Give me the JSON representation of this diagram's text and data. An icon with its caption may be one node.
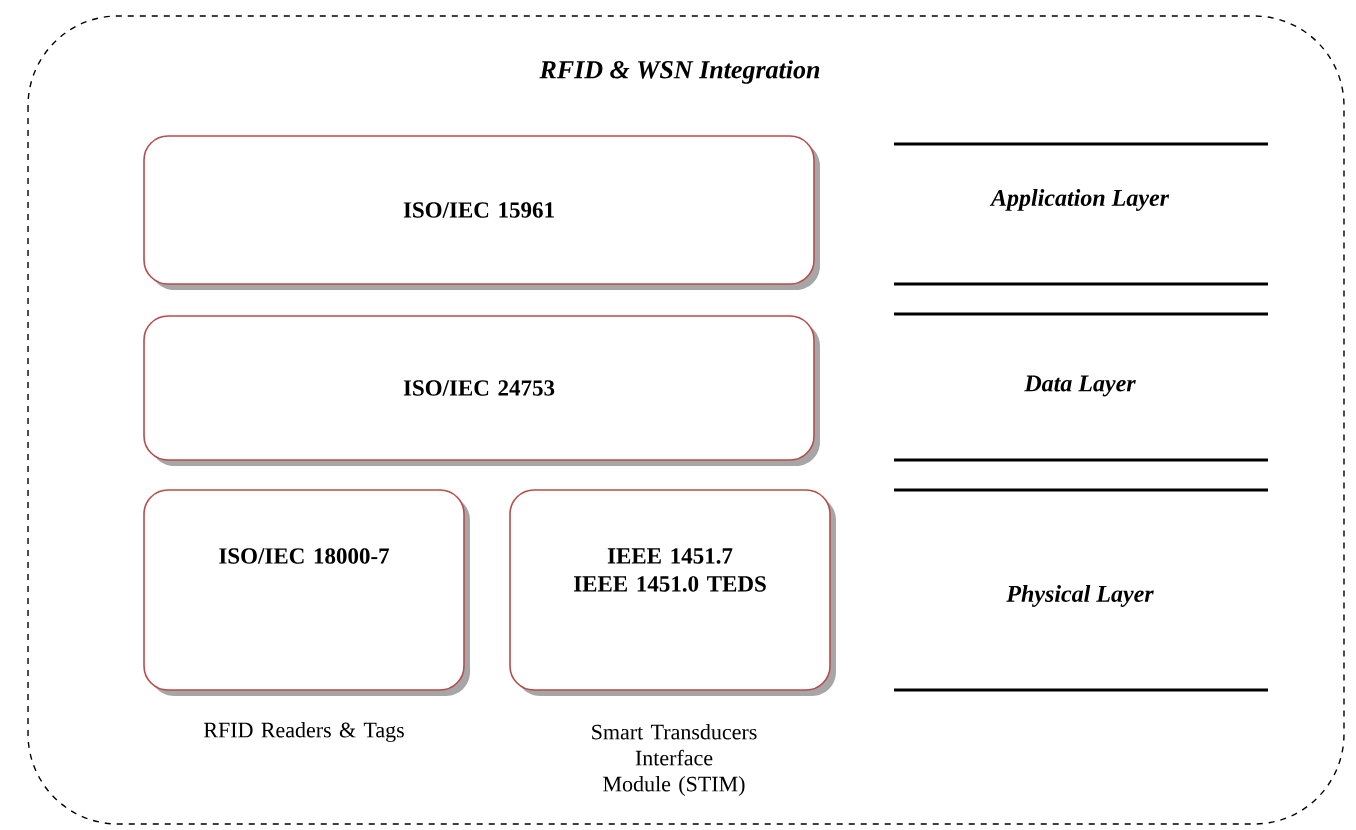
{
  "diagram": {
    "nodes": [
      {
        "text": [
          "RFID & WSN Integration"
        ]
      },
      {
        "text": [
          "ISO/IEC 15961"
        ],
        "in": 0
      },
      {
        "text": [
          "ISO/IEC 24753"
        ],
        "in": 0
      },
      {
        "text": [
          "ISO/IEC 18000-7"
        ],
        "in": 0,
        "beside": [
          "RFID Readers & Tags"
        ]
      },
      {
        "text": [
          "IEEE 1451.7",
          "IEEE 1451.0 TEDS"
        ],
        "in": 0,
        "beside": [
          "Smart Transducers Interface Module (STIM)"
        ]
      }
    ],
    "labels": [
      "Application Layer",
      "Data Layer",
      "Physical Layer"
    ]
  }
}
